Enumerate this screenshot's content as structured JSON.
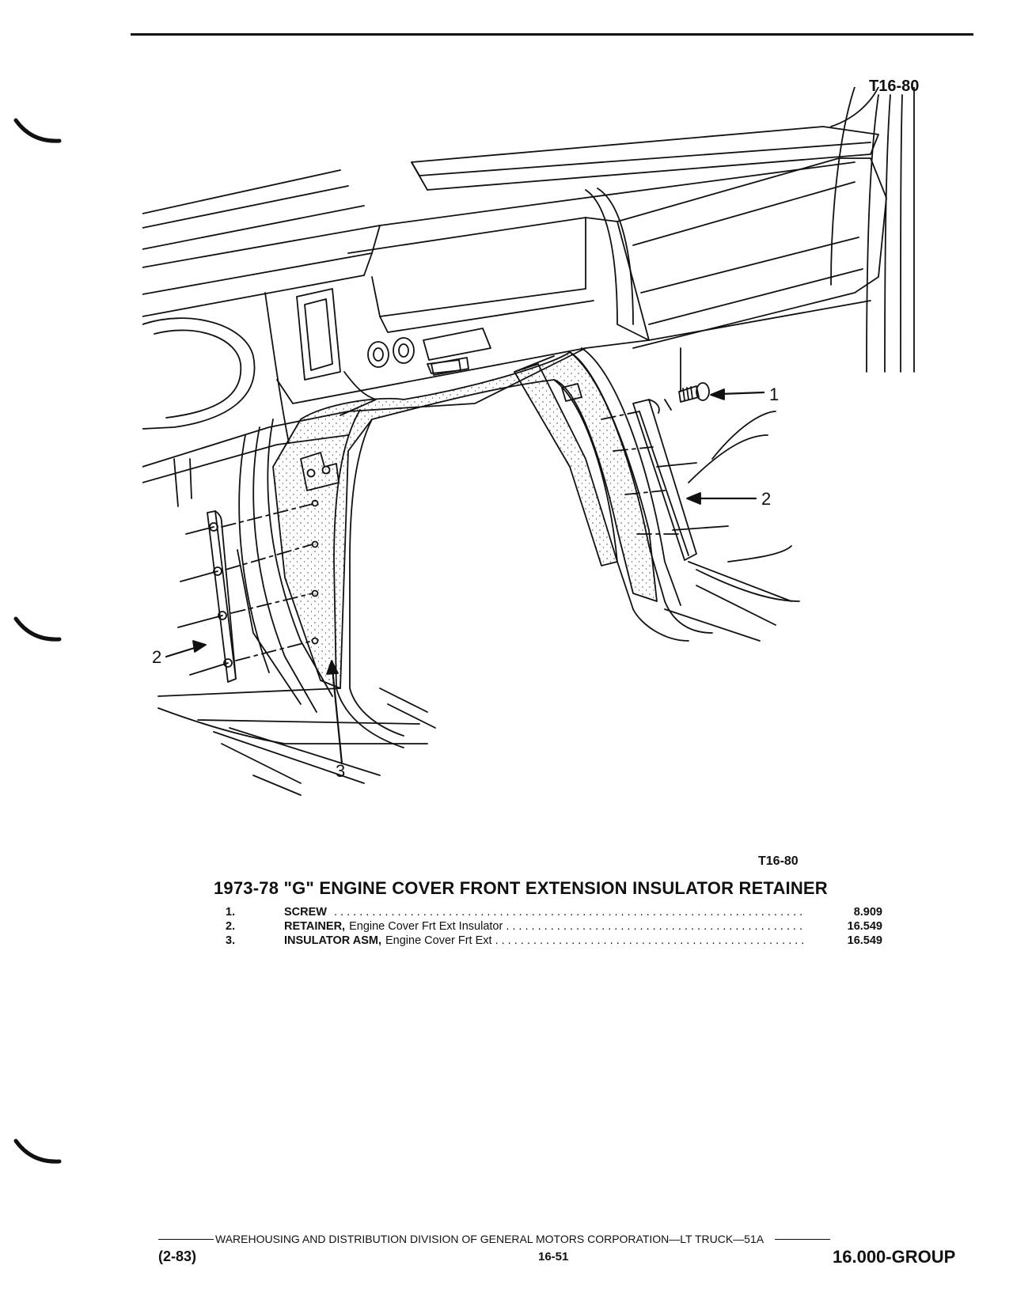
{
  "figure": {
    "id_top": "T16-80",
    "id_bottom": "T16-80",
    "callouts": [
      "1",
      "2",
      "2",
      "3"
    ]
  },
  "parts": {
    "title": "1973-78 \"G\" ENGINE COVER FRONT EXTENSION INSULATOR RETAINER",
    "items": [
      {
        "num": "1.",
        "name": "SCREW",
        "detail": "",
        "ref": "8.909"
      },
      {
        "num": "2.",
        "name": "RETAINER,",
        "detail": "Engine Cover Frt Ext Insulator",
        "ref": "16.549"
      },
      {
        "num": "3.",
        "name": "INSULATOR ASM,",
        "detail": "Engine Cover Frt Ext",
        "ref": "16.549"
      }
    ]
  },
  "footer": {
    "division": "WAREHOUSING AND DISTRIBUTION  DIVISION OF GENERAL MOTORS CORPORATION—LT TRUCK—51A",
    "date": "(2-83)",
    "page": "16-51",
    "group": "16.000-GROUP"
  }
}
